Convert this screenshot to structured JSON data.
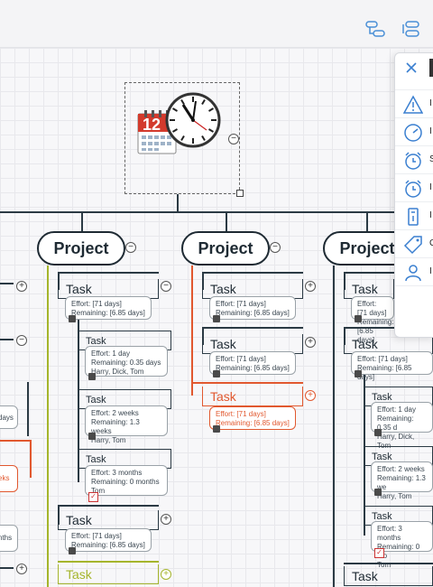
{
  "toolbar": {
    "icons": [
      "outline-view-icon",
      "layout-view-icon"
    ]
  },
  "mindmap": {
    "root_icon": "calendar-clock-icon",
    "root_date": "12",
    "projects": [
      {
        "label": "Project"
      },
      {
        "label": "Project"
      },
      {
        "label": "Project"
      }
    ],
    "col1_tasks": [
      {
        "label": "Task",
        "lines": [
          "Effort: [71 days]",
          "Remaining: [6.85 days]"
        ]
      },
      {
        "label": "Task",
        "lines": [
          "Effort: 1 day",
          "Remaining: 0.35 days",
          "Harry, Dick, Tom"
        ]
      },
      {
        "label": "Task",
        "lines": [
          "Effort: 2 weeks",
          "Remaining: 1.3 weeks",
          "Harry, Tom"
        ]
      },
      {
        "label": "Task",
        "lines": [
          "Effort: 3 months",
          "Remaining: 0 months",
          "Tom"
        ]
      },
      {
        "label": "Task",
        "lines": [
          "Effort: [71 days]",
          "Remaining: [6.85 days]"
        ]
      },
      {
        "label": "Task"
      }
    ],
    "col2_tasks": [
      {
        "label": "Task",
        "lines": [
          "Effort: [71 days]",
          "Remaining: [6.85 days]"
        ]
      },
      {
        "label": "Task",
        "lines": [
          "Effort: [71 days]",
          "Remaining: [6.85 days]"
        ]
      },
      {
        "label": "Task",
        "lines": [
          "Effort: [71 days]",
          "Remaining: [6.85 days]"
        ]
      }
    ],
    "col3_tasks": [
      {
        "label": "Task",
        "lines": [
          "Effort: [71 days]",
          "Remaining: [6.85 days]"
        ]
      },
      {
        "label": "Task",
        "lines": [
          "Effort: [71 days]",
          "Remaining: [6.85 days]"
        ]
      },
      {
        "label": "Task",
        "lines": [
          "Effort: 1 day",
          "Remaining: 0.35 d",
          "Harry, Dick, Tom"
        ]
      },
      {
        "label": "Task",
        "lines": [
          "Effort: 2 weeks",
          "Remaining: 1.3 we",
          "Harry, Tom"
        ]
      },
      {
        "label": "Task",
        "lines": [
          "Effort: 3 months",
          "Remaining: 0 mo",
          "Tom"
        ]
      },
      {
        "label": "Task"
      }
    ],
    "left_partial": [
      "days",
      "eks",
      "nths"
    ],
    "colors": {
      "line": "#2b3a44",
      "olive": "#a5b52c",
      "orange": "#e1582f"
    }
  },
  "panel": {
    "close_icon": "close-icon",
    "rows": [
      {
        "icon": "warning-icon",
        "label": "I"
      },
      {
        "icon": "gauge-icon",
        "label": "I"
      },
      {
        "icon": "alarm-clock-icon",
        "label": "S"
      },
      {
        "icon": "alarm-clock-icon",
        "label": "I"
      },
      {
        "icon": "id-card-icon",
        "label": "I"
      },
      {
        "icon": "price-tag-icon",
        "label": "C"
      },
      {
        "icon": "people-icon",
        "label": "I"
      }
    ]
  }
}
